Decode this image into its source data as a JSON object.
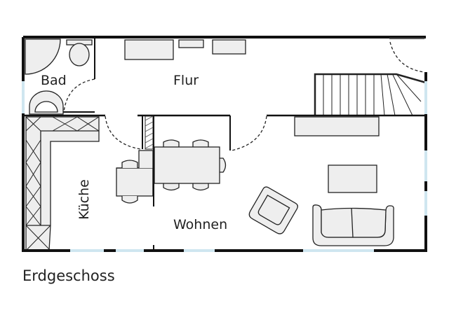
{
  "rooms": {
    "bath": "Bad",
    "hall": "Flur",
    "kitchen": "Küche",
    "living": "Wohnen"
  },
  "caption": "Erdgeschoss",
  "colors": {
    "wall": "#111111",
    "furniture": "#eeeeee",
    "window": "#cfe6f0"
  }
}
